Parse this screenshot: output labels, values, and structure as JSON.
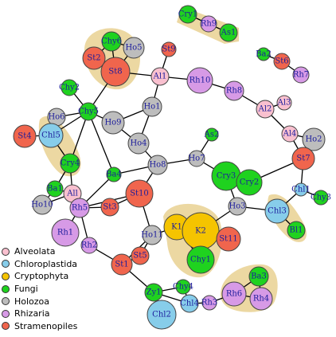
{
  "colors": {
    "Alveolata": "#f9c0cf",
    "Chloroplastida": "#87cdea",
    "Cryptophyta": "#f5c400",
    "Fungi": "#1fd21f",
    "Holozoa": "#bdbdbd",
    "Rhizaria": "#d79ae6",
    "Stramenopiles": "#f0654d",
    "cluster": "#ecd8a2",
    "edge": "#000000"
  },
  "legend": [
    {
      "name": "Alveolata",
      "group": "Alveolata"
    },
    {
      "name": "Chloroplastida",
      "group": "Chloroplastida"
    },
    {
      "name": "Cryptophyta",
      "group": "Cryptophyta"
    },
    {
      "name": "Fungi",
      "group": "Fungi"
    },
    {
      "name": "Holozoa",
      "group": "Holozoa"
    },
    {
      "name": "Rhizaria",
      "group": "Rhizaria"
    },
    {
      "name": "Stramenopiles",
      "group": "Stramenopiles"
    }
  ],
  "nodes": [
    {
      "id": "Cry1",
      "label": "Cry1",
      "group": "Fungi"
    },
    {
      "id": "Rh9",
      "label": "Rh9",
      "group": "Rhizaria"
    },
    {
      "id": "As1",
      "label": "As1",
      "group": "Fungi"
    },
    {
      "id": "Chy6",
      "label": "Chy6",
      "group": "Fungi"
    },
    {
      "id": "Ho5",
      "label": "Ho5",
      "group": "Holozoa"
    },
    {
      "id": "St2",
      "label": "St2",
      "group": "Stramenopiles"
    },
    {
      "id": "St8",
      "label": "St8",
      "group": "Stramenopiles"
    },
    {
      "id": "St9",
      "label": "St9",
      "group": "Stramenopiles"
    },
    {
      "id": "Ba2",
      "label": "Ba2",
      "group": "Fungi"
    },
    {
      "id": "St6",
      "label": "St6",
      "group": "Stramenopiles"
    },
    {
      "id": "Rh7",
      "label": "Rh7",
      "group": "Rhizaria"
    },
    {
      "id": "Al1",
      "label": "Al1",
      "group": "Alveolata"
    },
    {
      "id": "Rh10",
      "label": "Rh10",
      "group": "Rhizaria"
    },
    {
      "id": "Chy2",
      "label": "Chy2",
      "group": "Fungi"
    },
    {
      "id": "Rh8",
      "label": "Rh8",
      "group": "Rhizaria"
    },
    {
      "id": "Al2",
      "label": "Al2",
      "group": "Alveolata"
    },
    {
      "id": "Al3",
      "label": "Al3",
      "group": "Alveolata"
    },
    {
      "id": "Chy5",
      "label": "Chy5",
      "group": "Fungi"
    },
    {
      "id": "Ho1",
      "label": "Ho1",
      "group": "Holozoa"
    },
    {
      "id": "Ho6",
      "label": "Ho6",
      "group": "Holozoa"
    },
    {
      "id": "Ho9",
      "label": "Ho9",
      "group": "Holozoa"
    },
    {
      "id": "St4",
      "label": "St4",
      "group": "Stramenopiles"
    },
    {
      "id": "Chl5",
      "label": "Chl5",
      "group": "Chloroplastida"
    },
    {
      "id": "Al4",
      "label": "Al4",
      "group": "Alveolata"
    },
    {
      "id": "Ho2",
      "label": "Ho2",
      "group": "Holozoa"
    },
    {
      "id": "As2",
      "label": "As2",
      "group": "Fungi"
    },
    {
      "id": "Ho4",
      "label": "Ho4",
      "group": "Holozoa"
    },
    {
      "id": "St7",
      "label": "St7",
      "group": "Stramenopiles"
    },
    {
      "id": "Cry4",
      "label": "Cry4",
      "group": "Fungi"
    },
    {
      "id": "Ho7",
      "label": "Ho7",
      "group": "Holozoa"
    },
    {
      "id": "Ho8",
      "label": "Ho8",
      "group": "Holozoa"
    },
    {
      "id": "Ba4",
      "label": "Ba4",
      "group": "Fungi"
    },
    {
      "id": "Cry3",
      "label": "Cry3",
      "group": "Fungi"
    },
    {
      "id": "Cry2",
      "label": "Cry2",
      "group": "Fungi"
    },
    {
      "id": "Chl1",
      "label": "Chl1",
      "group": "Chloroplastida"
    },
    {
      "id": "Chy3",
      "label": "Chy3",
      "group": "Fungi"
    },
    {
      "id": "Ba1",
      "label": "Ba1",
      "group": "Fungi"
    },
    {
      "id": "All",
      "label": "All",
      "group": "Alveolata"
    },
    {
      "id": "St10",
      "label": "St10",
      "group": "Stramenopiles"
    },
    {
      "id": "Ho10",
      "label": "Ho10",
      "group": "Holozoa"
    },
    {
      "id": "Rh5",
      "label": "Rh5",
      "group": "Rhizaria"
    },
    {
      "id": "St3",
      "label": "St3",
      "group": "Stramenopiles"
    },
    {
      "id": "Ho3",
      "label": "Ho3",
      "group": "Holozoa"
    },
    {
      "id": "Chl3",
      "label": "Chl3",
      "group": "Chloroplastida"
    },
    {
      "id": "K1",
      "label": "K1",
      "group": "Cryptophyta"
    },
    {
      "id": "K2",
      "label": "K2",
      "group": "Cryptophyta"
    },
    {
      "id": "Rh1",
      "label": "Rh1",
      "group": "Rhizaria"
    },
    {
      "id": "Bl1",
      "label": "Bl1",
      "group": "Fungi"
    },
    {
      "id": "Ho11",
      "label": "Ho11",
      "group": "Holozoa"
    },
    {
      "id": "St11",
      "label": "St11",
      "group": "Stramenopiles"
    },
    {
      "id": "Rh2",
      "label": "Rh2",
      "group": "Rhizaria"
    },
    {
      "id": "St5",
      "label": "St5",
      "group": "Stramenopiles"
    },
    {
      "id": "St1",
      "label": "St1",
      "group": "Stramenopiles"
    },
    {
      "id": "Chy1",
      "label": "Chy1",
      "group": "Fungi"
    },
    {
      "id": "Ba3",
      "label": "Ba3",
      "group": "Fungi"
    },
    {
      "id": "Chy4",
      "label": "Chy4",
      "group": "Fungi"
    },
    {
      "id": "Zy1",
      "label": "Zy1",
      "group": "Fungi"
    },
    {
      "id": "Rh6",
      "label": "Rh6",
      "group": "Rhizaria"
    },
    {
      "id": "Rh4",
      "label": "Rh4",
      "group": "Rhizaria"
    },
    {
      "id": "Chl4",
      "label": "Chl4",
      "group": "Chloroplastida"
    },
    {
      "id": "Rh3",
      "label": "Rh3",
      "group": "Rhizaria"
    },
    {
      "id": "Chl2",
      "label": "Chl2",
      "group": "Chloroplastida"
    }
  ],
  "edges": [
    [
      "Cry1",
      "Rh9"
    ],
    [
      "Rh9",
      "As1"
    ],
    [
      "Ba2",
      "St6"
    ],
    [
      "St6",
      "Rh7"
    ],
    [
      "Chy6",
      "Ho5"
    ],
    [
      "Chy6",
      "St2"
    ],
    [
      "Chy6",
      "St8"
    ],
    [
      "St2",
      "St8"
    ],
    [
      "St8",
      "Ho5"
    ],
    [
      "St8",
      "Al1"
    ],
    [
      "St8",
      "Chy5"
    ],
    [
      "St9",
      "Al1"
    ],
    [
      "Al1",
      "Rh10"
    ],
    [
      "Al1",
      "Ho1"
    ],
    [
      "Rh10",
      "Rh8"
    ],
    [
      "Rh8",
      "Al2"
    ],
    [
      "Al2",
      "Al3"
    ],
    [
      "Al2",
      "Al4"
    ],
    [
      "Al4",
      "Ho2"
    ],
    [
      "Al4",
      "St7"
    ],
    [
      "St7",
      "Ho2"
    ],
    [
      "St7",
      "Chl1"
    ],
    [
      "St7",
      "Cry2"
    ],
    [
      "Chl1",
      "Chy3"
    ],
    [
      "Chl1",
      "Chl3"
    ],
    [
      "Ho1",
      "Ho4"
    ],
    [
      "Ho4",
      "Ho9"
    ],
    [
      "Ho4",
      "Ho8"
    ],
    [
      "Ho8",
      "St10"
    ],
    [
      "Ho8",
      "Ho7"
    ],
    [
      "Ho8",
      "Ba4"
    ],
    [
      "Ho7",
      "As2"
    ],
    [
      "Ho7",
      "Cry3"
    ],
    [
      "Cry3",
      "Cry2"
    ],
    [
      "Cry3",
      "Ho3"
    ],
    [
      "Ho3",
      "Chl3"
    ],
    [
      "Ho3",
      "K2"
    ],
    [
      "Chl3",
      "Bl1"
    ],
    [
      "Chy2",
      "Chy5"
    ],
    [
      "Chy5",
      "Ho6"
    ],
    [
      "Chy5",
      "Cry4"
    ],
    [
      "Chy5",
      "Ho9"
    ],
    [
      "Chy5",
      "Chl5"
    ],
    [
      "Chy5",
      "Ba4"
    ],
    [
      "Ho6",
      "Chl5"
    ],
    [
      "Chl5",
      "Cry4"
    ],
    [
      "St4",
      "Chl5"
    ],
    [
      "Cry4",
      "Ba1"
    ],
    [
      "Cry4",
      "All"
    ],
    [
      "Ba1",
      "All"
    ],
    [
      "Ba1",
      "Ho10"
    ],
    [
      "All",
      "Ho10"
    ],
    [
      "All",
      "Rh5"
    ],
    [
      "Rh5",
      "Ba4"
    ],
    [
      "Rh5",
      "St3"
    ],
    [
      "Rh5",
      "Rh1"
    ],
    [
      "Rh5",
      "Rh2"
    ],
    [
      "Rh5",
      "St10"
    ],
    [
      "St10",
      "Ho11"
    ],
    [
      "St10",
      "St3"
    ],
    [
      "Ho11",
      "K1"
    ],
    [
      "Ho11",
      "St5"
    ],
    [
      "Ho11",
      "St1"
    ],
    [
      "K1",
      "K2"
    ],
    [
      "K2",
      "Chy1"
    ],
    [
      "K2",
      "St11"
    ],
    [
      "K1",
      "Chy1"
    ],
    [
      "Rh2",
      "St1"
    ],
    [
      "St1",
      "St5"
    ],
    [
      "St1",
      "Zy1"
    ],
    [
      "Zy1",
      "Chl2"
    ],
    [
      "Zy1",
      "Chl4"
    ],
    [
      "Zy1",
      "Chy4"
    ],
    [
      "Chy4",
      "Chl4"
    ],
    [
      "Chl4",
      "Rh3"
    ],
    [
      "Rh3",
      "Rh6"
    ],
    [
      "Rh6",
      "Rh4"
    ],
    [
      "Rh6",
      "Ba3"
    ],
    [
      "Ba3",
      "Rh4"
    ],
    [
      "Ho1",
      "Ho9"
    ]
  ]
}
